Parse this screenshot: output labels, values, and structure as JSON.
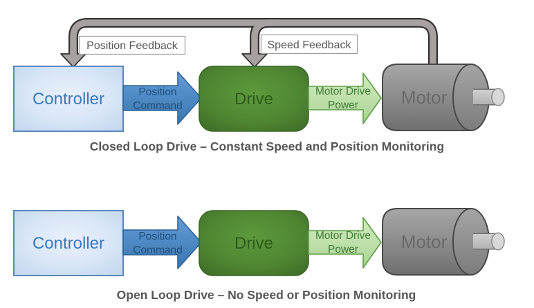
{
  "colors": {
    "controller_fill": "#d6e5f6",
    "controller_border": "#5a87bb",
    "controller_text": "#3879c0",
    "command_arrow_fill": "#4f8bc6",
    "command_arrow_border": "#2e6396",
    "command_arrow_text": "#1f4e79",
    "drive_fill": "#4f8531",
    "drive_border": "#3a6626",
    "drive_text": "#2d5a1c",
    "power_arrow_fill": "#bfe0ab",
    "power_arrow_border": "#5f9e49",
    "power_arrow_text": "#3f7d35",
    "motor_fill": "#8a8a8a",
    "motor_border": "#474747",
    "motor_text": "#696969",
    "pipe_fill": "#a7a1a1",
    "pipe_outline": "#333333",
    "caption_text": "#575757",
    "feedback_label_text": "#585858"
  },
  "closed_loop": {
    "caption": "Closed Loop Drive – Constant Speed and Position Monitoring",
    "controller_label": "Controller",
    "drive_label": "Drive",
    "motor_label": "Motor",
    "position_command_line1": "Position",
    "position_command_line2": "Command",
    "motor_drive_power_line1": "Motor Drive",
    "motor_drive_power_line2": "Power",
    "position_feedback_label": "Position Feedback",
    "speed_feedback_label": "Speed Feedback"
  },
  "open_loop": {
    "caption": "Open Loop Drive – No Speed or Position Monitoring",
    "controller_label": "Controller",
    "drive_label": "Drive",
    "motor_label": "Motor",
    "position_command_line1": "Position",
    "position_command_line2": "Command",
    "motor_drive_power_line1": "Motor Drive",
    "motor_drive_power_line2": "Power"
  }
}
